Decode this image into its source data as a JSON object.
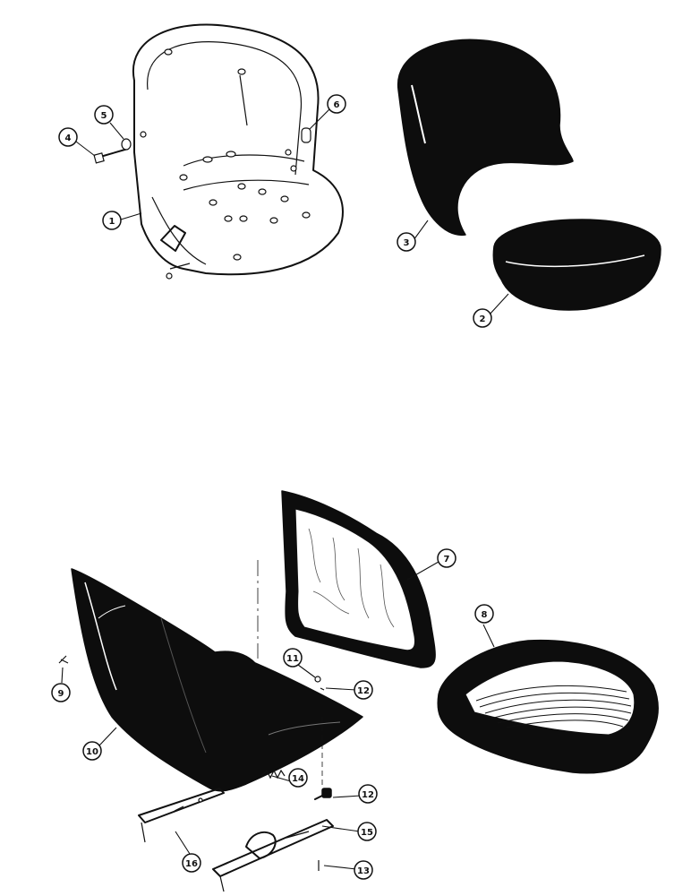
{
  "callouts": [
    {
      "id": "c1",
      "label": "1"
    },
    {
      "id": "c2",
      "label": "2"
    },
    {
      "id": "c3",
      "label": "3"
    },
    {
      "id": "c4",
      "label": "4"
    },
    {
      "id": "c5",
      "label": "5"
    },
    {
      "id": "c6",
      "label": "6"
    },
    {
      "id": "c7",
      "label": "7"
    },
    {
      "id": "c8",
      "label": "8"
    },
    {
      "id": "c9",
      "label": "9"
    },
    {
      "id": "c10",
      "label": "10"
    },
    {
      "id": "c11",
      "label": "11"
    },
    {
      "id": "c12a",
      "label": "12"
    },
    {
      "id": "c12b",
      "label": "12"
    },
    {
      "id": "c13",
      "label": "13"
    },
    {
      "id": "c14",
      "label": "14"
    },
    {
      "id": "c15",
      "label": "15"
    },
    {
      "id": "c16",
      "label": "16"
    }
  ],
  "colors": {
    "ink": "#0d0d0d",
    "paper": "#ffffff"
  }
}
